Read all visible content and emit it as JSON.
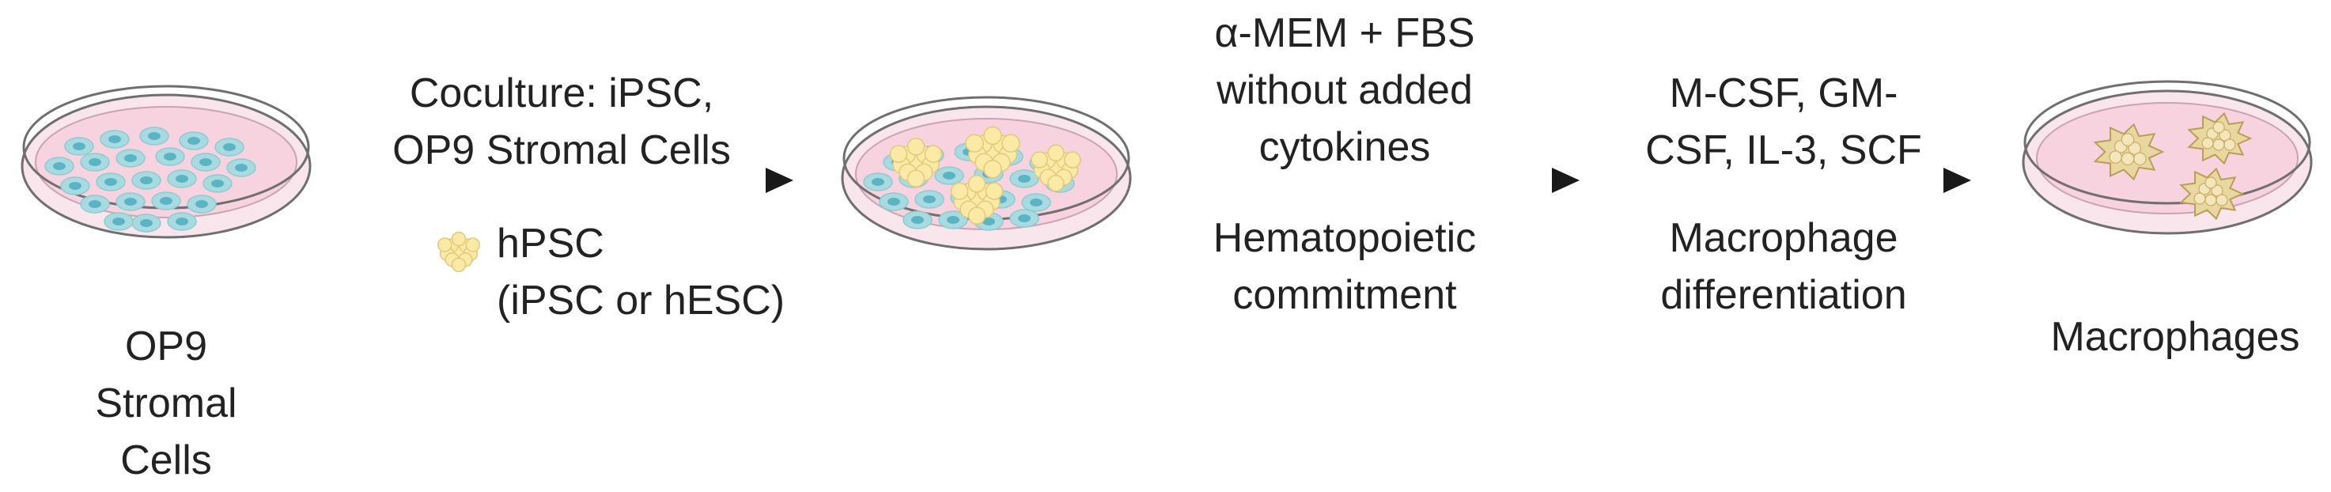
{
  "steps": [
    {
      "dish": "stromal",
      "caption": [
        "OP9",
        "Stromal",
        "Cells"
      ]
    },
    {
      "dish": "coculture",
      "arrow_top": [
        "Coculture: iPSC,",
        "OP9 Stromal Cells"
      ],
      "legend_text": [
        "hPSC",
        "(iPSC or hESC)"
      ]
    },
    {
      "arrow_top": [
        "α-MEM + FBS",
        "without added",
        "cytokines"
      ],
      "arrow_bottom": [
        "Hematopoietic",
        "commitment"
      ]
    },
    {
      "dish": "macrophage",
      "arrow_top": [
        "M-CSF, GM-",
        "CSF, IL-3, SCF"
      ],
      "arrow_bottom": [
        "Macrophage",
        "differentiation"
      ],
      "caption": [
        "Macrophages"
      ]
    }
  ],
  "colors": {
    "media": "#f6d3de",
    "dish_rim": "#6f6f6f",
    "stromal_cell": "#a7dbe0",
    "stromal_nucleus": "#5bb4c4",
    "hpsc_cell": "#fbeaa6",
    "macrophage": "#e9d7a0",
    "arrow": "#1a1a1a",
    "text": "#222222"
  }
}
